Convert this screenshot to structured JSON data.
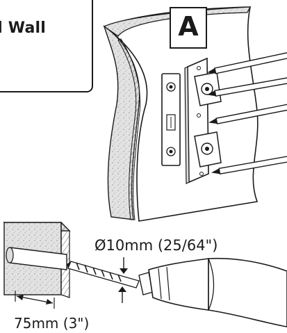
{
  "title": "d Wall",
  "step_label": "A",
  "drill_diameter": "Ø10mm (25/64\")",
  "drill_depth": "75mm (3\")"
}
